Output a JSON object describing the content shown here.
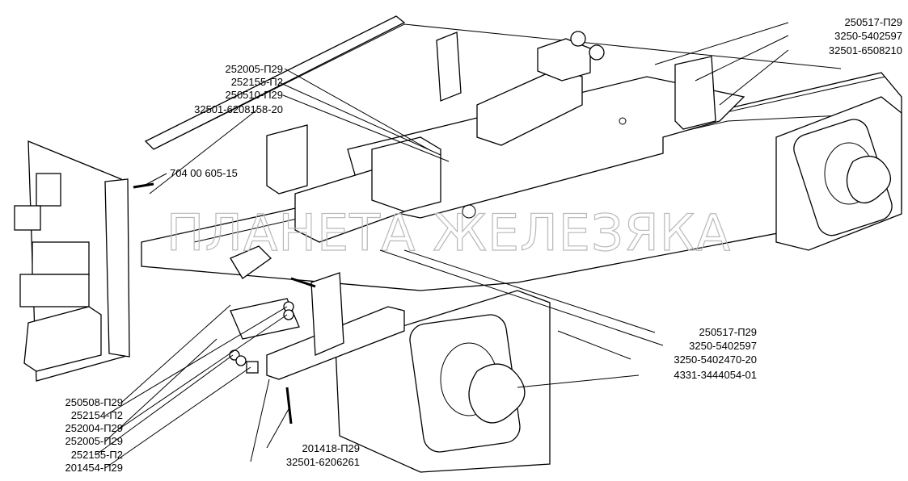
{
  "watermark": "ПЛАНЕТА ЖЕЛЕЗЯКА",
  "labels": {
    "top_right": [
      "250517-П29",
      "3250-5402597",
      "32501-6508210"
    ],
    "top_middle": [
      "252005-П29",
      "252155-П2",
      "250510-П29",
      "32501-6208158-20"
    ],
    "middle_left": "704 00 605-15",
    "lower_right": [
      "250517-П29",
      "3250-5402597",
      "3250-5402470-20",
      "4331-3444054-01"
    ],
    "bottom_left": [
      "250508-П29",
      "252154-П2",
      "252004-П29",
      "252005-П29",
      "252155-П2",
      "201454-П29"
    ],
    "bottom_center": [
      "201418-П29",
      "32501-6206261"
    ]
  }
}
